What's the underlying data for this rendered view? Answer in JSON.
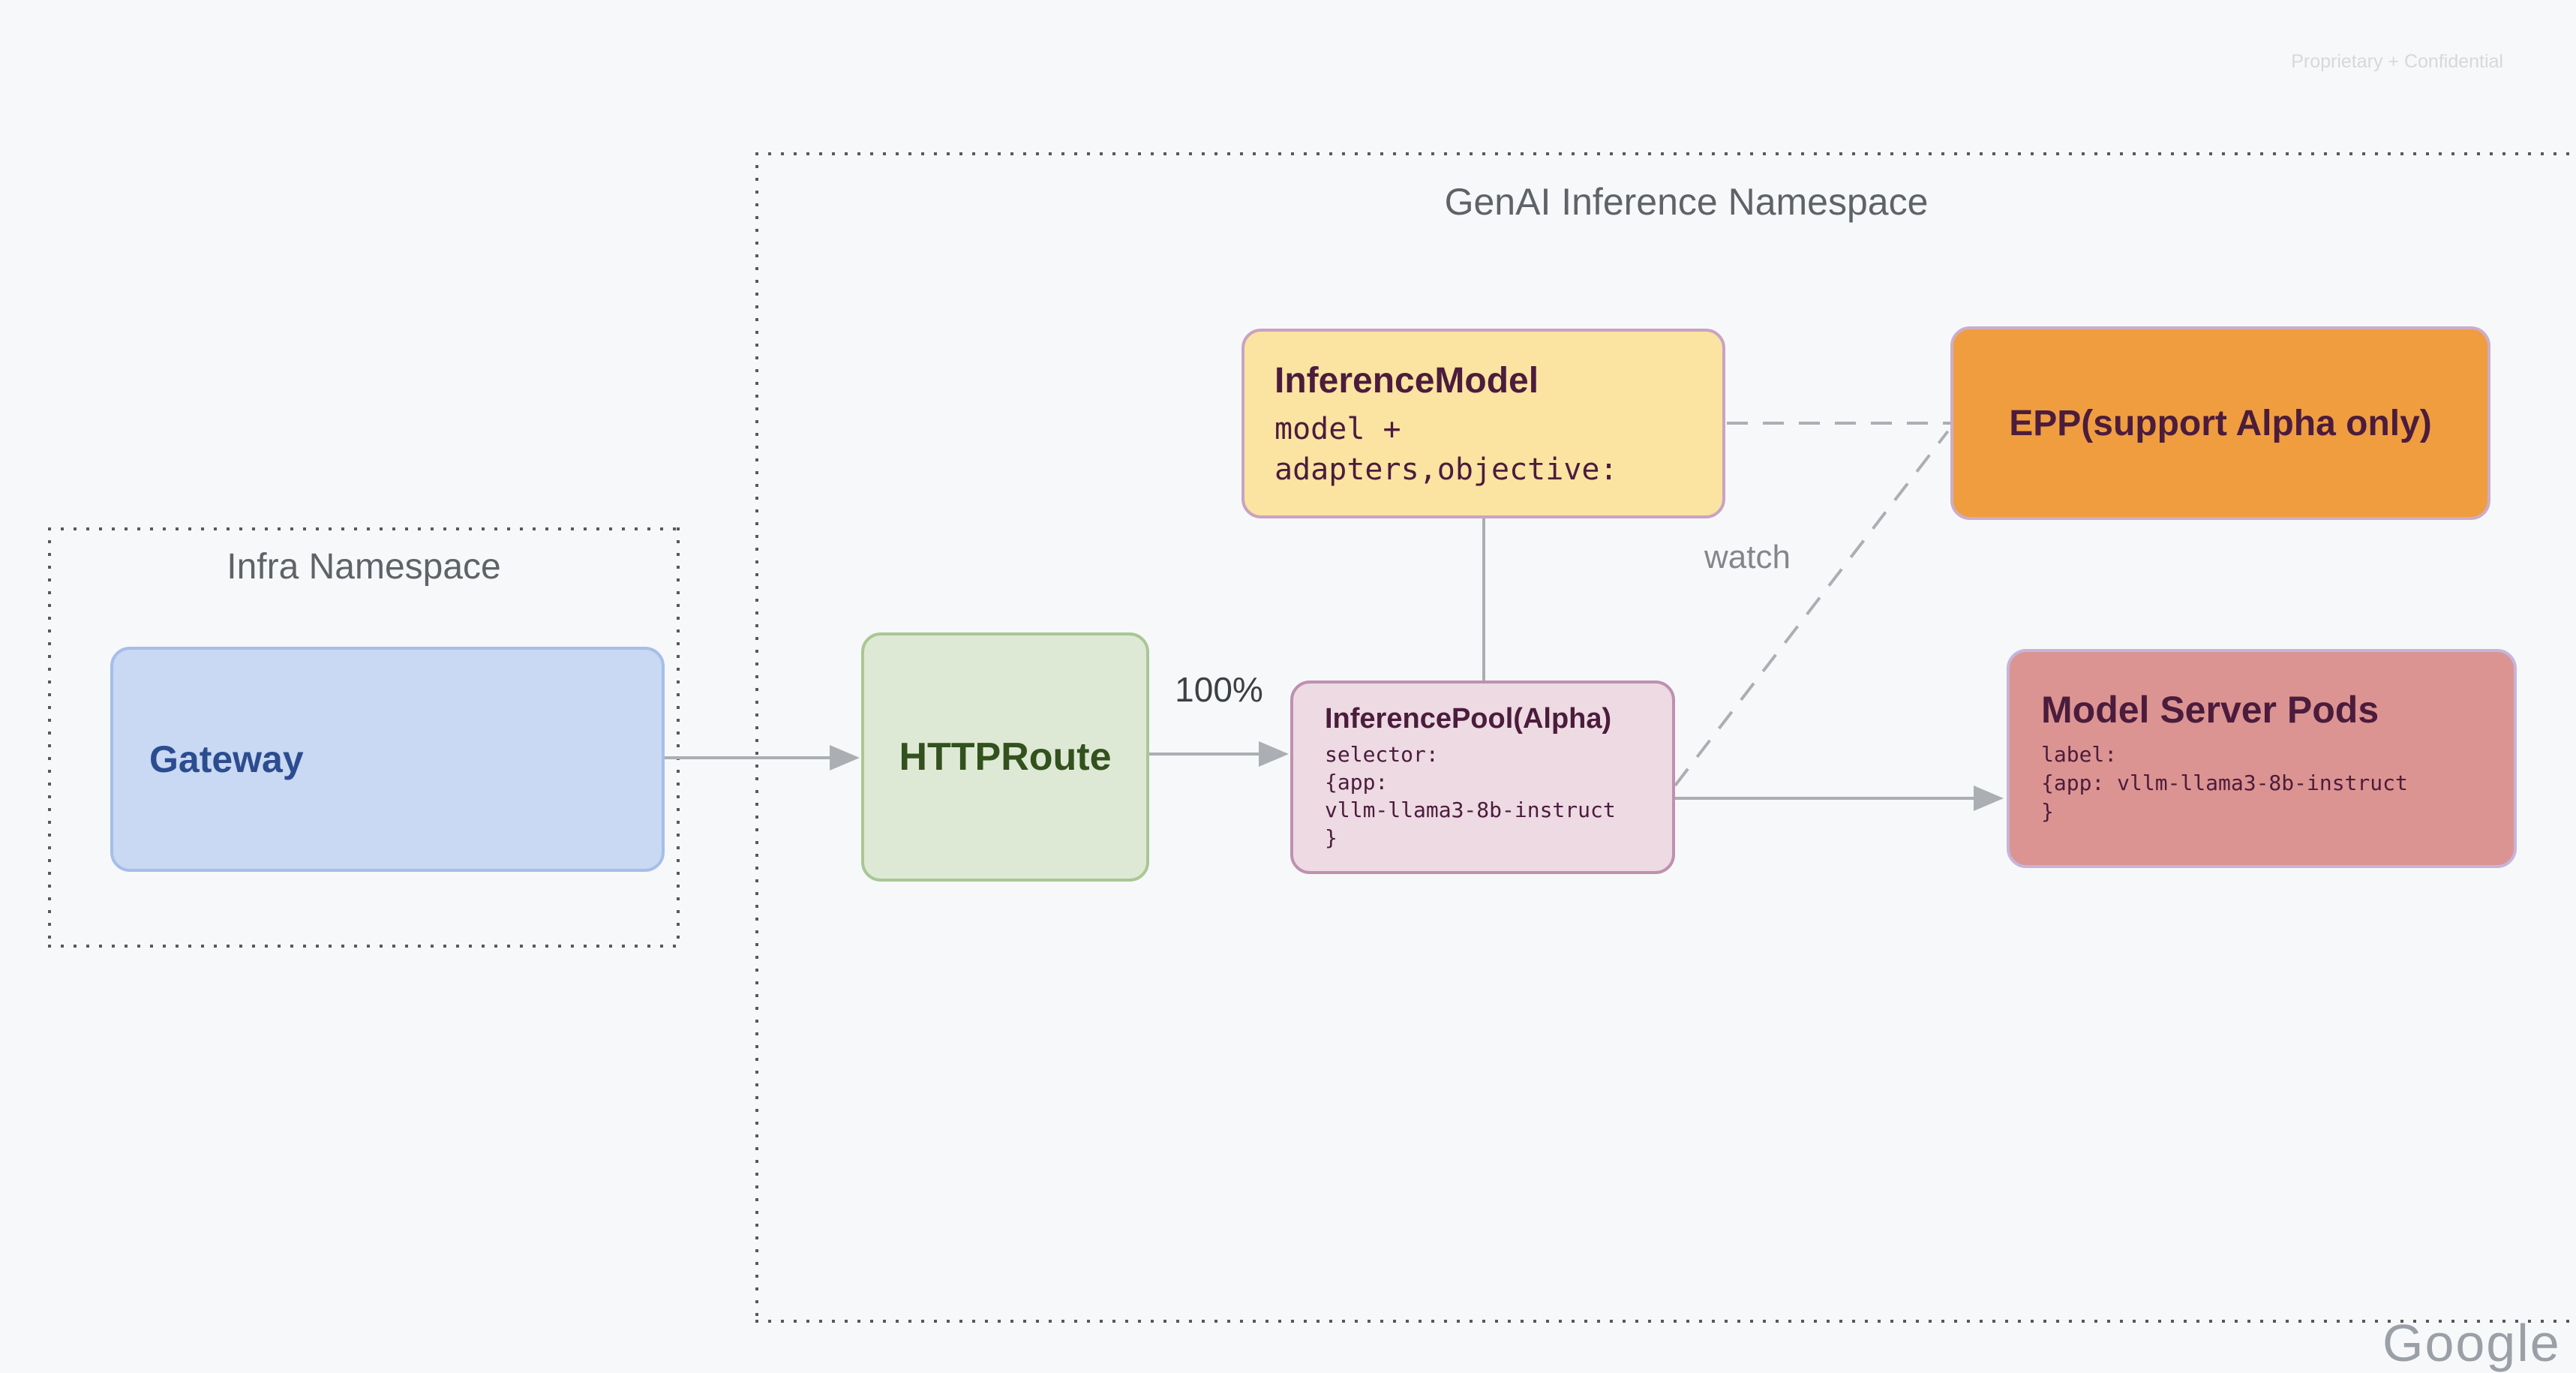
{
  "slide": {
    "watermark": "Proprietary + Confidential",
    "partial_logo": "Google"
  },
  "namespaces": {
    "infra": {
      "title": "Infra Namespace"
    },
    "genai": {
      "title": "GenAI Inference Namespace"
    }
  },
  "nodes": {
    "gateway": {
      "title": "Gateway"
    },
    "httproute": {
      "title": "HTTPRoute"
    },
    "inference_model": {
      "title": "InferenceModel",
      "body": [
        "model +",
        "adapters,objective:"
      ]
    },
    "epp": {
      "title": "EPP(support Alpha only)"
    },
    "inference_pool": {
      "title": "InferencePool(Alpha)",
      "body": [
        "selector:",
        "{app:",
        "vllm-llama3-8b-instruct",
        "}"
      ]
    },
    "model_server_pods": {
      "title": "Model Server Pods",
      "body": [
        "label:",
        "{app: vllm-llama3-8b-instruct",
        "}"
      ]
    }
  },
  "edges": {
    "httproute_to_pool_label": "100%",
    "pool_to_epp_label": "watch"
  },
  "colors": {
    "page_bg": "#f7f8fa",
    "dotted": "#58595b",
    "ns_title": "#5f6368",
    "line": "#abaeb2",
    "label_dark": "#3c4043",
    "label_gray": "#83878b",
    "watermark": "#d6d8db",
    "logo": "#9aa0a6",
    "node_text": "#4b1c3c",
    "gateway_fill": "#c9d8f3",
    "gateway_border": "#a6bee8",
    "gateway_text": "#2b4d8f",
    "httproute_fill": "#dde9d5",
    "httproute_border": "#a9c795",
    "httproute_text": "#33511d",
    "model_fill": "#fbe3a2",
    "model_border": "#c9a3c2",
    "epp_fill": "#f09d40",
    "epp_border": "#ccadc8",
    "pool_fill": "#eddae3",
    "pool_border": "#bf90b0",
    "pods_fill": "#dc9492",
    "pods_border": "#c6b4da"
  }
}
